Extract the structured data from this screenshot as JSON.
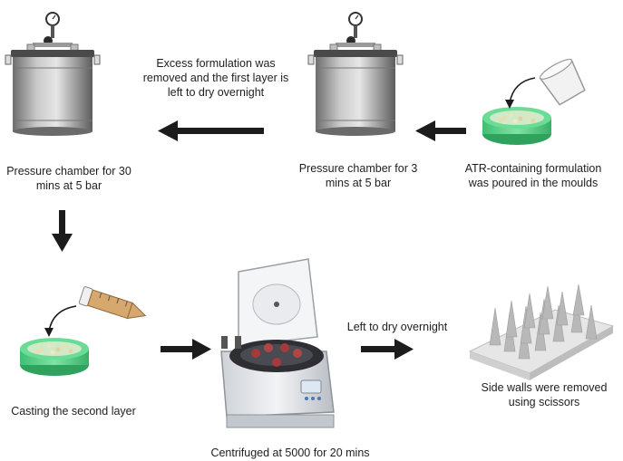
{
  "steps": {
    "pour": "ATR-containing formulation was poured in the moulds",
    "chamber_3": "Pressure chamber for 3 mins at 5 bar",
    "excess": "Excess formulation was removed and the first layer is left to dry overnight",
    "chamber_30": "Pressure chamber for 30 mins at 5 bar",
    "casting": "Casting the second layer",
    "centrifuged": "Centrifuged at 5000 for 20 mins",
    "dry": "Left to dry overnight",
    "walls": "Side walls were removed using scissors"
  },
  "colors": {
    "arrow": "#1c1c1c",
    "mould": "#5fd38c",
    "steel": "#9a9a9a",
    "powder": "#e8dcb0"
  }
}
